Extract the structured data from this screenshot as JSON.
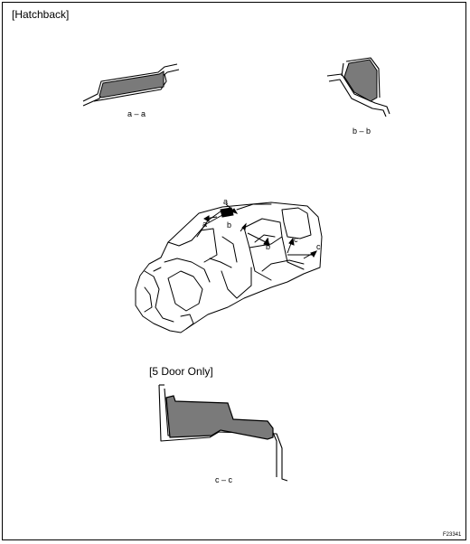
{
  "diagram": {
    "variant_label": "[Hatchback]",
    "door_label": "[5 Door Only]",
    "section_aa": "a – a",
    "section_bb": "b – b",
    "section_cc": "c – c",
    "callouts": {
      "a": "a",
      "b": "b",
      "c": "c"
    },
    "figure_id": "F23341"
  },
  "colors": {
    "line": "#000000",
    "fill": "#7a7a7a",
    "paper": "#ffffff"
  }
}
